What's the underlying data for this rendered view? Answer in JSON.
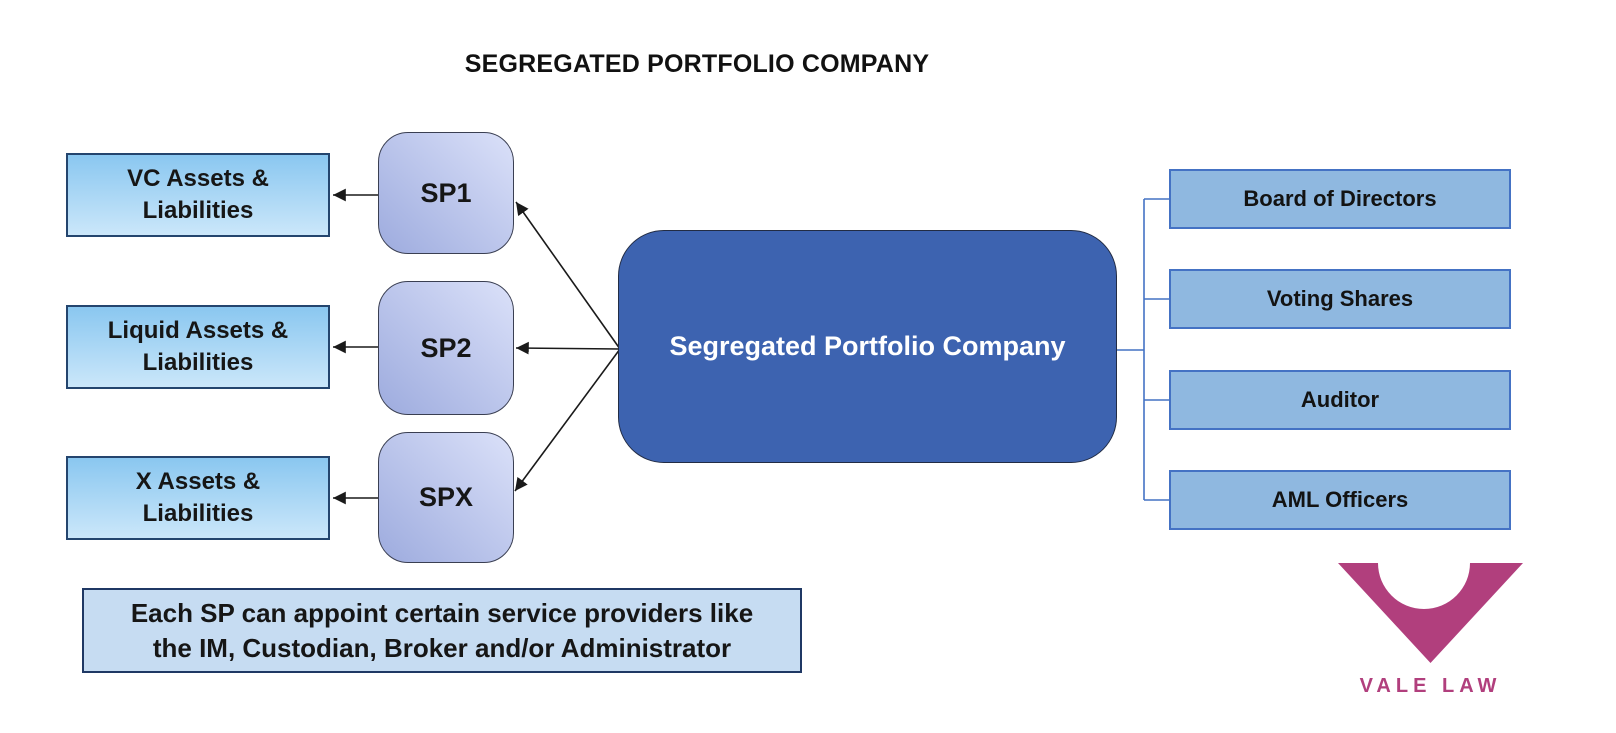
{
  "title": "SEGREGATED PORTFOLIO COMPANY",
  "center_box": {
    "label": "Segregated Portfolio Company"
  },
  "segregated_portfolios": [
    {
      "sp_label": "SP1",
      "asset_line1": "VC Assets &",
      "asset_line2": "Liabilities"
    },
    {
      "sp_label": "SP2",
      "asset_line1": "Liquid Assets &",
      "asset_line2": "Liabilities"
    },
    {
      "sp_label": "SPX",
      "asset_line1": "X Assets &",
      "asset_line2": "Liabilities"
    }
  ],
  "governance": [
    {
      "label": "Board of Directors"
    },
    {
      "label": "Voting Shares"
    },
    {
      "label": "Auditor"
    },
    {
      "label": "AML Officers"
    }
  ],
  "note": {
    "line1": "Each SP can appoint certain service providers like",
    "line2": "the IM, Custodian, Broker and/or Administrator"
  },
  "logo": {
    "wordmark": "VALE LAW"
  },
  "colors": {
    "center_box_fill": "#3d63b0",
    "center_box_border": "#222c44",
    "center_box_text": "#ffffff",
    "asset_gradient_top": "#8ac7f0",
    "asset_gradient_bottom": "#cbe7fa",
    "asset_border": "#24456e",
    "sp_gradient_dark": "#9dabde",
    "sp_gradient_light": "#dbe1f9",
    "sp_border": "#3a3f52",
    "governance_fill": "#8fb8e0",
    "governance_border": "#4472c4",
    "note_fill": "#c6dcf2",
    "note_border": "#1f3864",
    "arrow_color": "#1a1a1a",
    "logo_color": "#b13f7d"
  }
}
